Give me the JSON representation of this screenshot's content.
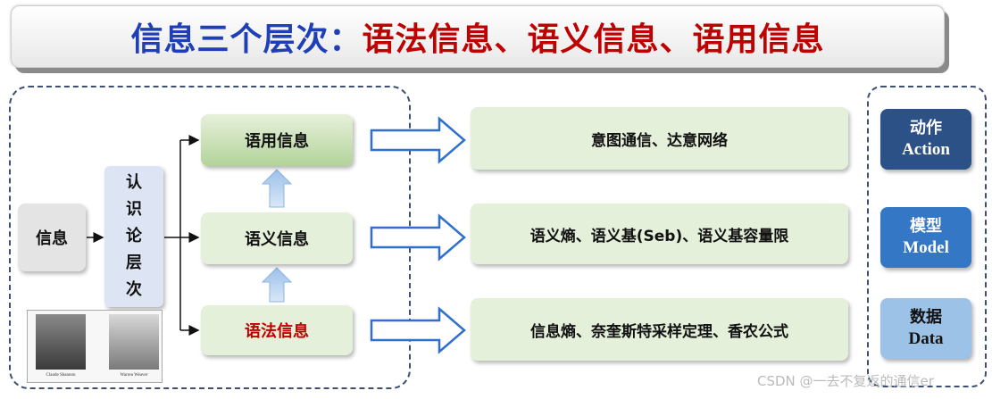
{
  "title": {
    "prefix": "信息三个层次：",
    "levels": "语法信息、语义信息、语用信息"
  },
  "left": {
    "info": "信息",
    "cognition": [
      "认",
      "识",
      "论",
      "层",
      "次"
    ]
  },
  "levels": {
    "pragmatic": "语用信息",
    "semantic": "语义信息",
    "syntactic": "语法信息"
  },
  "results": {
    "pragmatic": "意图通信、达意网络",
    "semantic": "语义熵、语义基(Seb)、语义基容量限",
    "syntactic": "信息熵、奈奎斯特采样定理、香农公式"
  },
  "side": {
    "action": {
      "zh": "动作",
      "en": "Action"
    },
    "model": {
      "zh": "模型",
      "en": "Model"
    },
    "data": {
      "zh": "数据",
      "en": "Data"
    }
  },
  "photos": {
    "left_caption": "Claude Shannon",
    "right_caption": "Warren Weaver"
  },
  "watermark": "CSDN @一去不复返的通信er",
  "colors": {
    "title_blue": "#1f3fb8",
    "title_red": "#c00000",
    "green": "#b3d39a",
    "arrow_blue": "#2f6fce",
    "action": "#2c5186",
    "model": "#3477c4",
    "data": "#9cc3e7"
  }
}
